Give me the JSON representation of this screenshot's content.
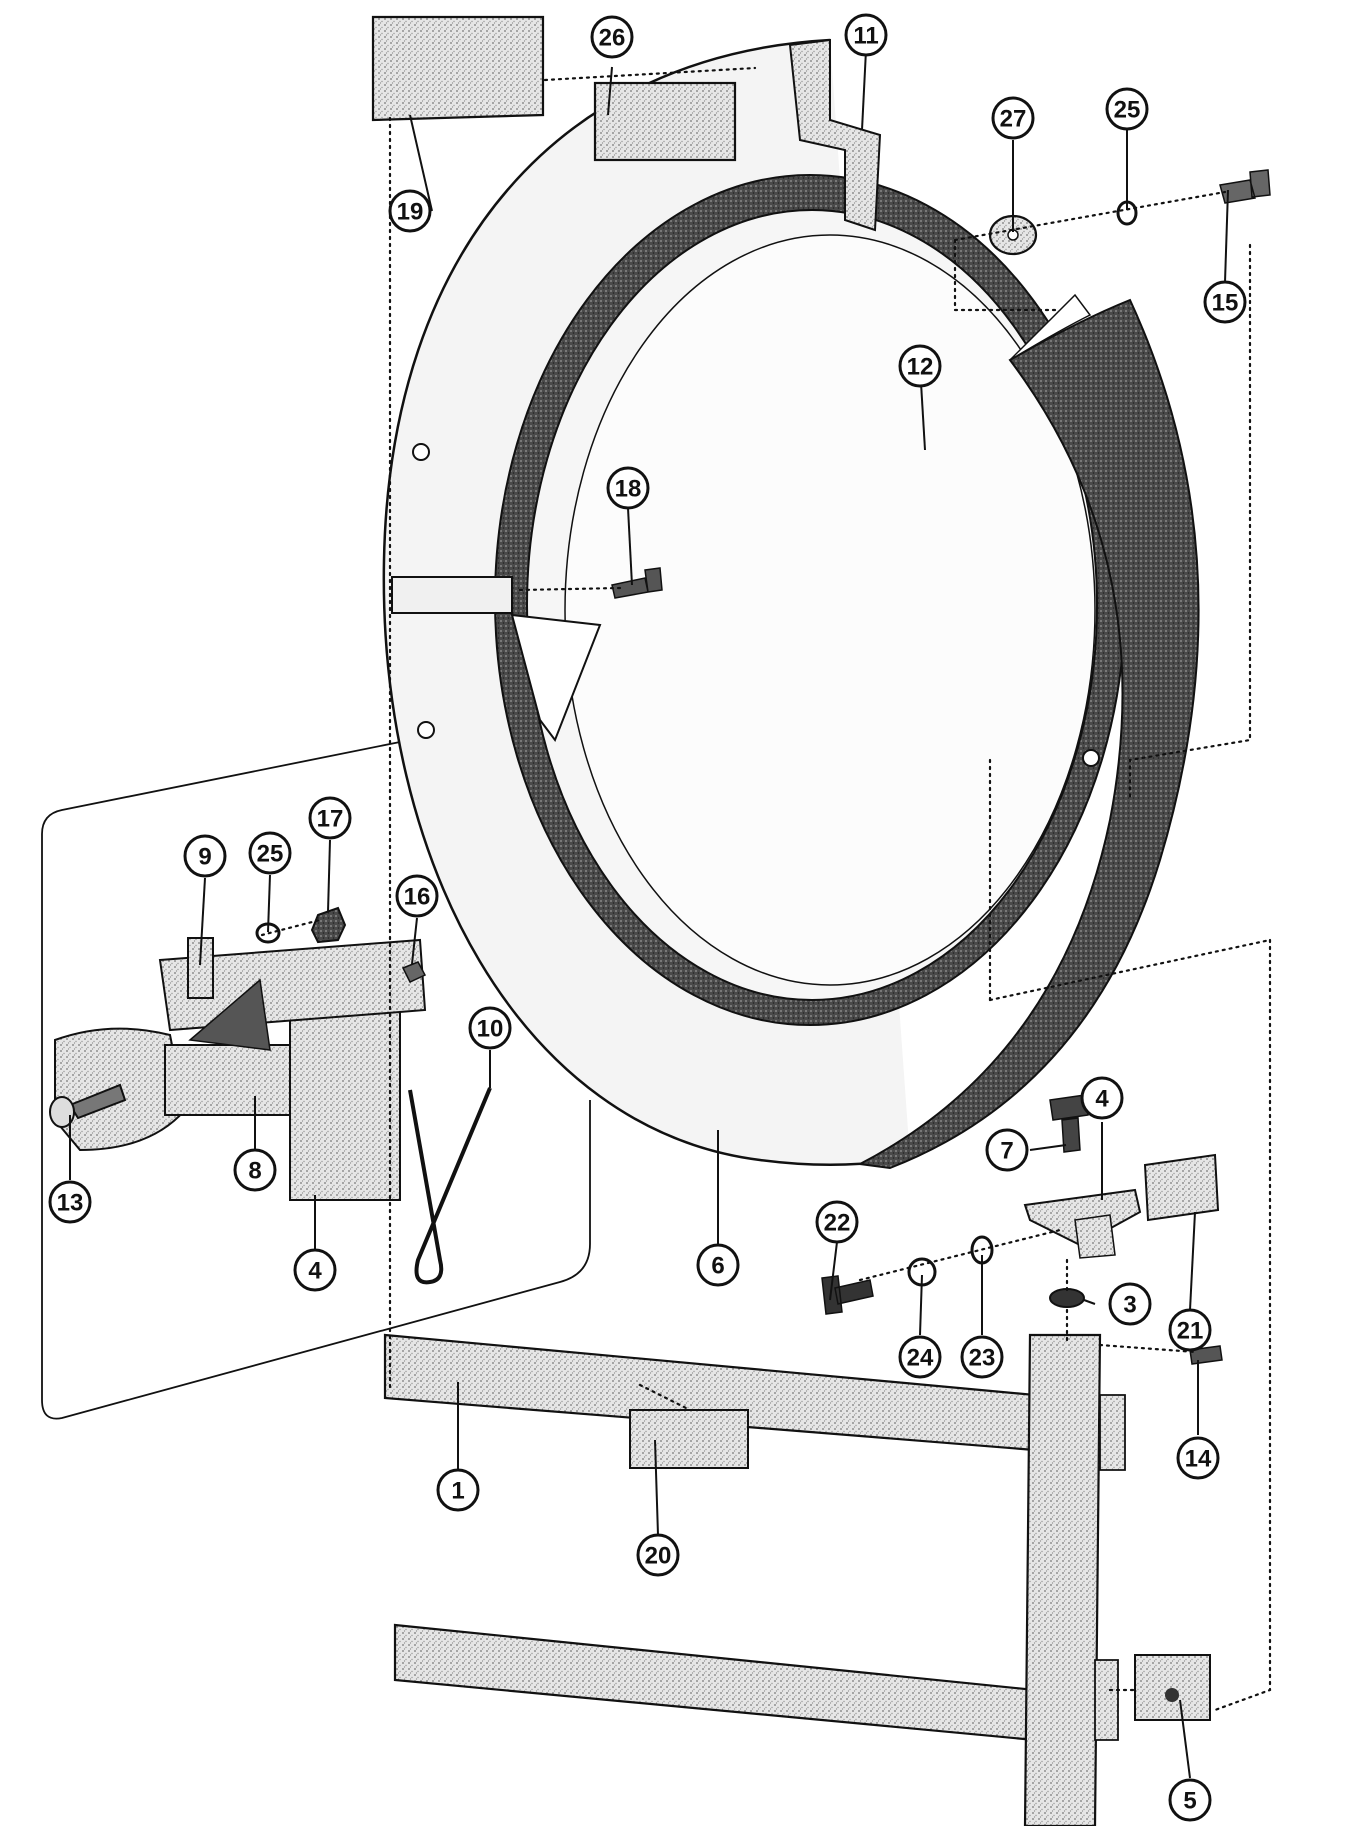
{
  "callouts": [
    {
      "id": "1",
      "label": "1"
    },
    {
      "id": "3",
      "label": "3"
    },
    {
      "id": "4a",
      "label": "4"
    },
    {
      "id": "4b",
      "label": "4"
    },
    {
      "id": "5",
      "label": "5"
    },
    {
      "id": "6",
      "label": "6"
    },
    {
      "id": "7",
      "label": "7"
    },
    {
      "id": "8",
      "label": "8"
    },
    {
      "id": "9",
      "label": "9"
    },
    {
      "id": "10",
      "label": "10"
    },
    {
      "id": "11",
      "label": "11"
    },
    {
      "id": "12",
      "label": "12"
    },
    {
      "id": "13",
      "label": "13"
    },
    {
      "id": "14",
      "label": "14"
    },
    {
      "id": "15",
      "label": "15"
    },
    {
      "id": "16",
      "label": "16"
    },
    {
      "id": "17",
      "label": "17"
    },
    {
      "id": "18",
      "label": "18"
    },
    {
      "id": "19",
      "label": "19"
    },
    {
      "id": "20",
      "label": "20"
    },
    {
      "id": "21",
      "label": "21"
    },
    {
      "id": "22",
      "label": "22"
    },
    {
      "id": "23",
      "label": "23"
    },
    {
      "id": "24",
      "label": "24"
    },
    {
      "id": "25a",
      "label": "25"
    },
    {
      "id": "25b",
      "label": "25"
    },
    {
      "id": "26",
      "label": "26"
    },
    {
      "id": "27",
      "label": "27"
    }
  ],
  "colors": {
    "ink": "#111111",
    "shade": "#9a9a9a",
    "paper": "#ffffff"
  }
}
